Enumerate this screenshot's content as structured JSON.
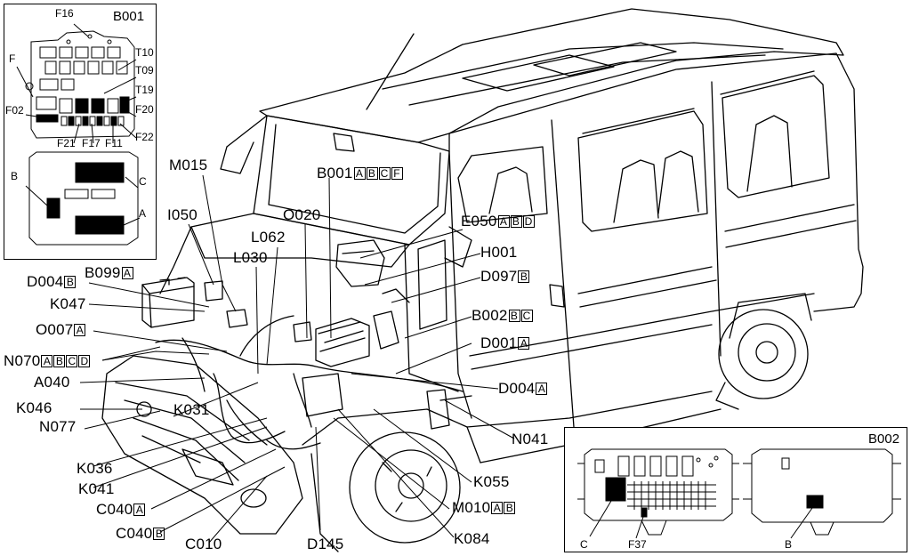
{
  "colors": {
    "ink": "#000000",
    "paper": "#ffffff"
  },
  "labels": [
    {
      "id": "M015",
      "text": "M015",
      "boxes": []
    },
    {
      "id": "I050",
      "text": "I050",
      "boxes": []
    },
    {
      "id": "L062",
      "text": "L062",
      "boxes": []
    },
    {
      "id": "L030",
      "text": "L030",
      "boxes": []
    },
    {
      "id": "O020",
      "text": "O020",
      "boxes": []
    },
    {
      "id": "B001",
      "text": "B001",
      "boxes": [
        "A",
        "B",
        "C",
        "F"
      ]
    },
    {
      "id": "E050",
      "text": "E050",
      "boxes": [
        "A",
        "B",
        "D"
      ]
    },
    {
      "id": "H001",
      "text": "H001",
      "boxes": []
    },
    {
      "id": "D097",
      "text": "D097",
      "boxes": [
        "B"
      ]
    },
    {
      "id": "B002",
      "text": "B002",
      "boxes": [
        "B",
        "C"
      ]
    },
    {
      "id": "D001",
      "text": "D001",
      "boxes": [
        "A"
      ]
    },
    {
      "id": "D004A",
      "text": "D004",
      "boxes": [
        "A"
      ]
    },
    {
      "id": "D004B",
      "text": "D004",
      "boxes": [
        "B"
      ]
    },
    {
      "id": "B099",
      "text": "B099",
      "boxes": [
        "A"
      ]
    },
    {
      "id": "K047",
      "text": "K047",
      "boxes": []
    },
    {
      "id": "O007",
      "text": "O007",
      "boxes": [
        "A"
      ]
    },
    {
      "id": "N070",
      "text": "N070",
      "boxes": [
        "A",
        "B",
        "C",
        "D"
      ]
    },
    {
      "id": "A040",
      "text": "A040",
      "boxes": []
    },
    {
      "id": "K046",
      "text": "K046",
      "boxes": []
    },
    {
      "id": "N077",
      "text": "N077",
      "boxes": []
    },
    {
      "id": "K031",
      "text": "K031",
      "boxes": []
    },
    {
      "id": "N041",
      "text": "N041",
      "boxes": []
    },
    {
      "id": "K036",
      "text": "K036",
      "boxes": []
    },
    {
      "id": "K041",
      "text": "K041",
      "boxes": []
    },
    {
      "id": "C040A",
      "text": "C040",
      "boxes": [
        "A"
      ]
    },
    {
      "id": "C040B",
      "text": "C040",
      "boxes": [
        "B"
      ]
    },
    {
      "id": "C010",
      "text": "C010",
      "boxes": []
    },
    {
      "id": "D145",
      "text": "D145",
      "boxes": []
    },
    {
      "id": "K084",
      "text": "K084",
      "boxes": []
    },
    {
      "id": "M010",
      "text": "M010",
      "boxes": [
        "A",
        "B"
      ]
    },
    {
      "id": "K055",
      "text": "K055",
      "boxes": []
    }
  ],
  "inset_b001": {
    "title": "B001",
    "labels": [
      "F16",
      "T10",
      "T09",
      "T19",
      "F20",
      "F22",
      "F11",
      "F17",
      "F21",
      "F02",
      "F",
      "C",
      "A",
      "B"
    ]
  },
  "inset_b002": {
    "title": "B002",
    "labels": [
      "C",
      "F37",
      "B"
    ]
  }
}
